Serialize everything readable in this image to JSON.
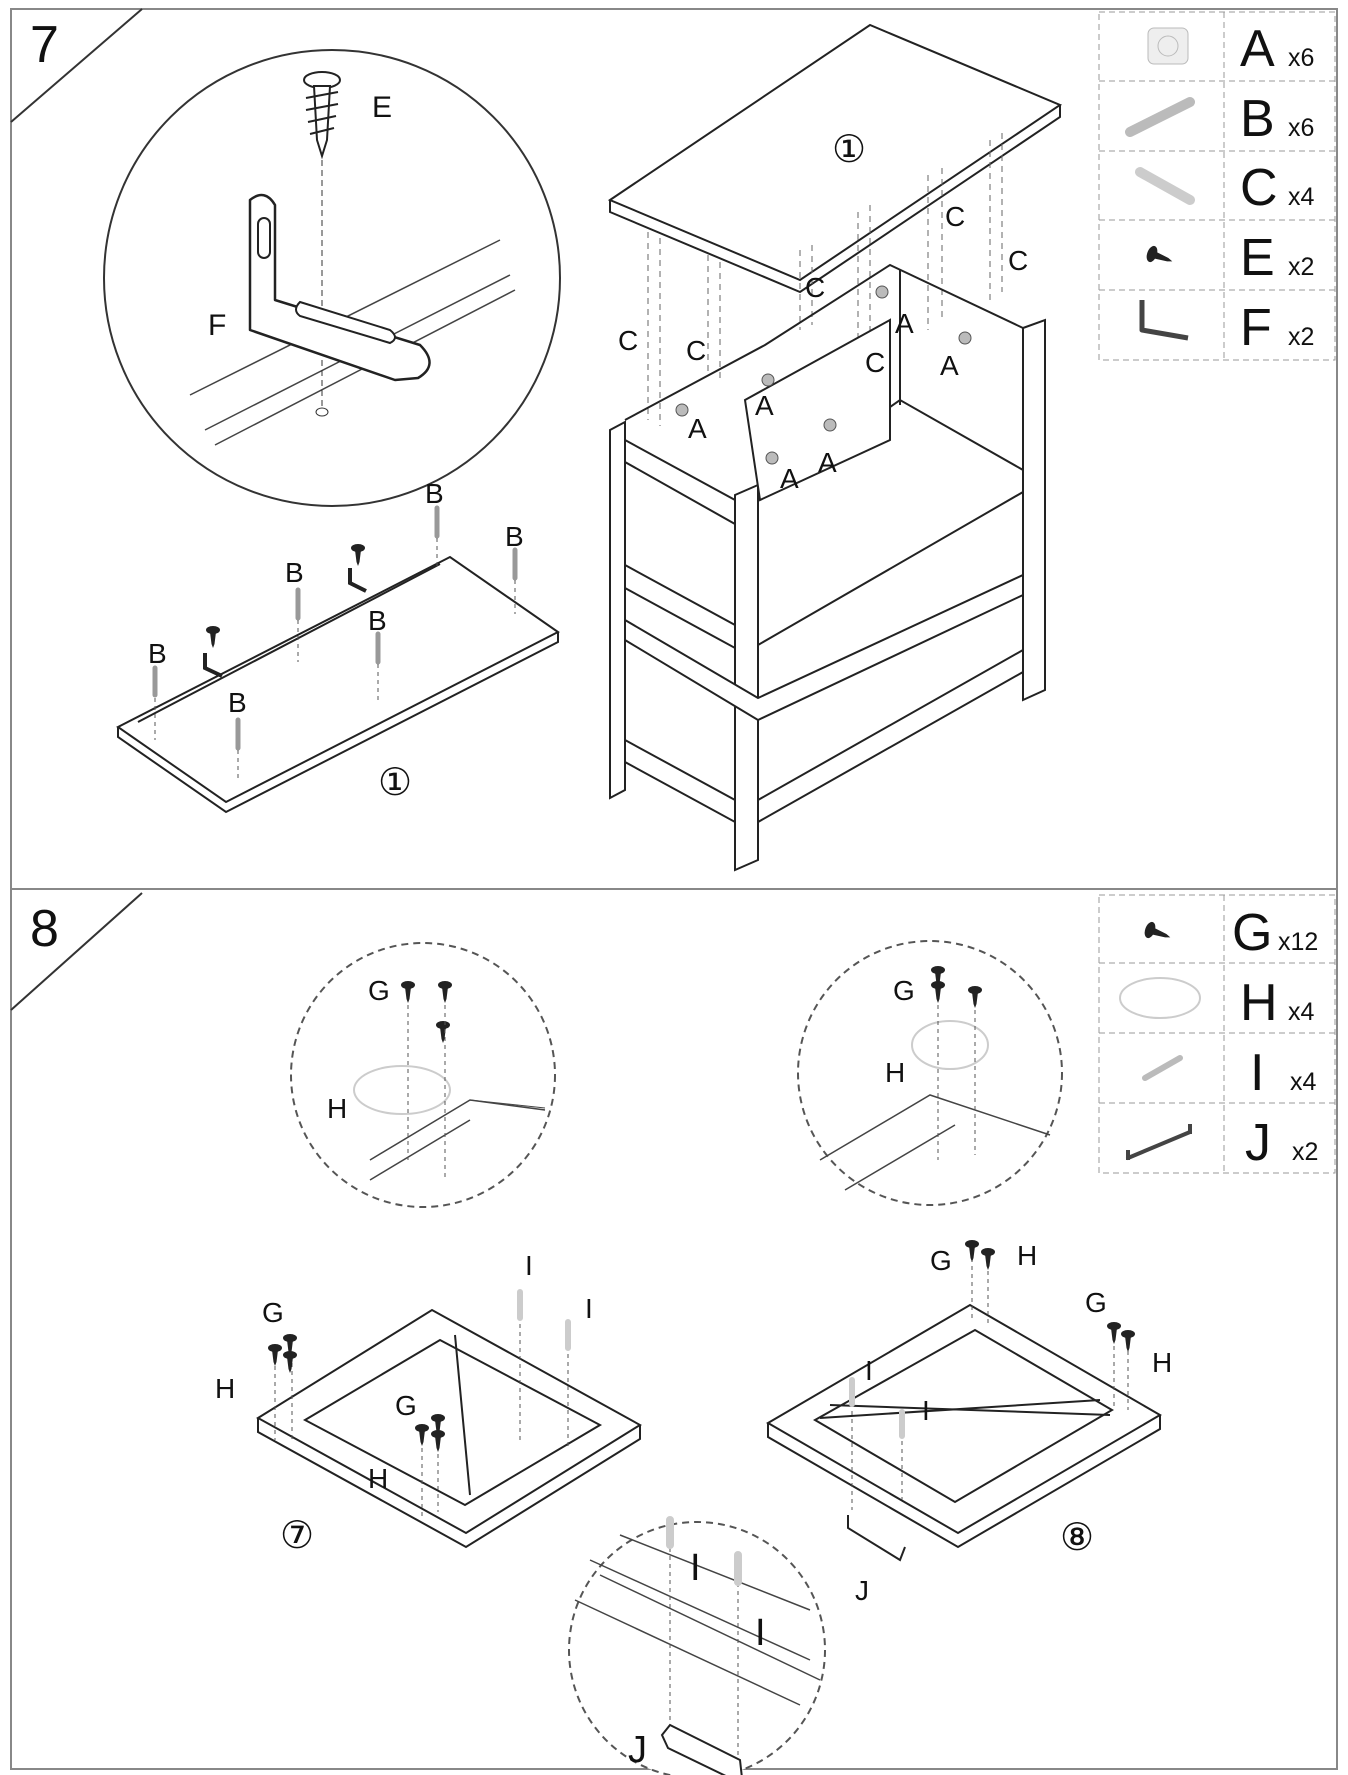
{
  "steps": [
    {
      "number": "7",
      "hardware": [
        {
          "letter": "A",
          "qty": "x6",
          "icon": "cam-lock-icon"
        },
        {
          "letter": "B",
          "qty": "x6",
          "icon": "cam-bolt-icon"
        },
        {
          "letter": "C",
          "qty": "x4",
          "icon": "wood-dowel-icon"
        },
        {
          "letter": "E",
          "qty": "x2",
          "icon": "screw-icon"
        },
        {
          "letter": "F",
          "qty": "x2",
          "icon": "l-bracket-icon"
        }
      ],
      "zoom_labels": [
        "E",
        "F"
      ],
      "board_labels": [
        "B",
        "B",
        "B",
        "B",
        "B",
        "B"
      ],
      "board_number": "①",
      "shelf_labels_c": [
        "C",
        "C",
        "C",
        "C",
        "C",
        "C"
      ],
      "shelf_labels_a": [
        "A",
        "A",
        "A",
        "A",
        "A",
        "A"
      ],
      "top_number": "①"
    },
    {
      "number": "8",
      "hardware": [
        {
          "letter": "G",
          "qty": "x12",
          "icon": "screw-icon"
        },
        {
          "letter": "H",
          "qty": "x4",
          "icon": "hinge-icon"
        },
        {
          "letter": "I",
          "qty": "x4",
          "icon": "handle-bolt-icon"
        },
        {
          "letter": "J",
          "qty": "x2",
          "icon": "handle-icon"
        }
      ],
      "left_zoom_labels": [
        "G",
        "H"
      ],
      "right_zoom_labels": [
        "G",
        "H"
      ],
      "door7_labels": [
        "G",
        "H",
        "G",
        "H",
        "I",
        "I"
      ],
      "door7_number": "⑦",
      "door8_labels": [
        "G",
        "H",
        "G",
        "H",
        "I",
        "I",
        "J"
      ],
      "door8_number": "⑧",
      "bottom_zoom_labels": [
        "I",
        "I",
        "J"
      ]
    }
  ]
}
